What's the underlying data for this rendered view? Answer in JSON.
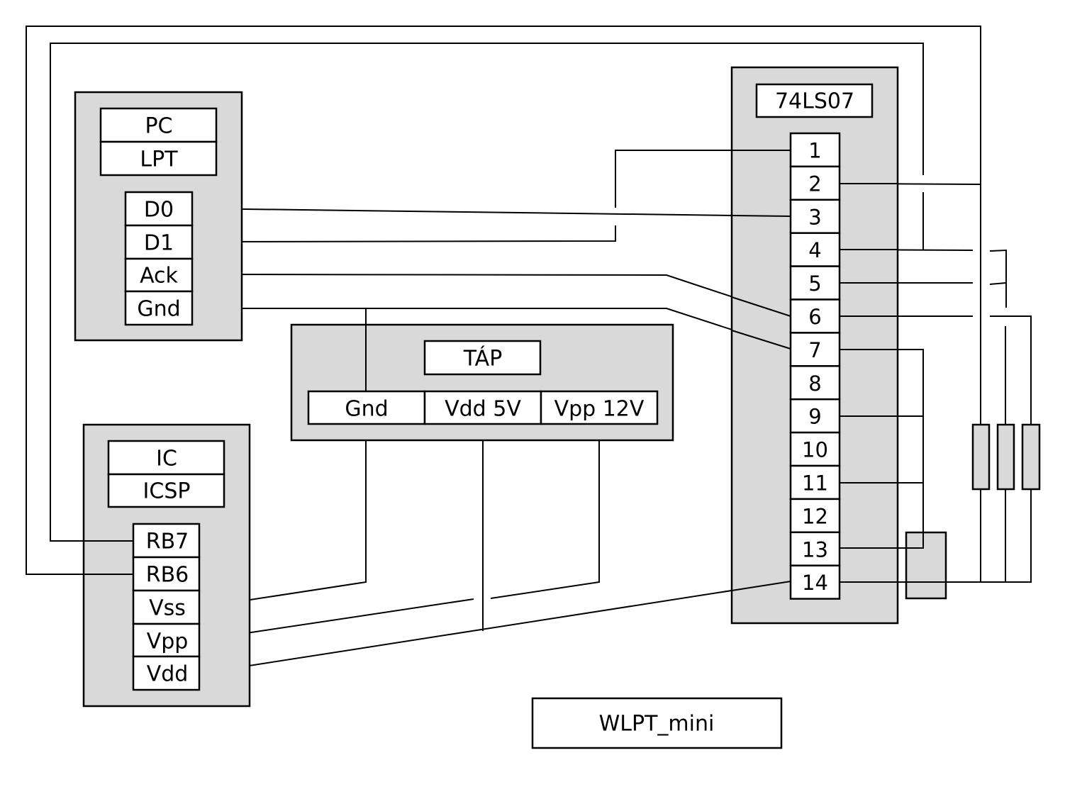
{
  "diagram": {
    "title": "WLPT_mini",
    "colors": {
      "block_fill": "#d9d9d9",
      "cell_fill": "#ffffff",
      "line": "#000000"
    },
    "pc": {
      "title": "PC",
      "subtitle": "LPT",
      "pins": [
        "D0",
        "D1",
        "Ack",
        "Gnd"
      ]
    },
    "ic": {
      "title": "IC",
      "subtitle": "ICSP",
      "pins": [
        "RB7",
        "RB6",
        "Vss",
        "Vpp",
        "Vdd"
      ]
    },
    "power": {
      "title": "TÁP",
      "pins": [
        "Gnd",
        "Vdd 5V",
        "Vpp 12V"
      ]
    },
    "chip": {
      "title": "74LS07",
      "pins": [
        "1",
        "2",
        "3",
        "4",
        "5",
        "6",
        "7",
        "8",
        "9",
        "10",
        "11",
        "12",
        "13",
        "14"
      ]
    },
    "resistors": {
      "count": 3
    },
    "connections": [
      {
        "from": "PC.D0",
        "to": "74LS07.3"
      },
      {
        "from": "PC.D1",
        "to": "74LS07.1"
      },
      {
        "from": "PC.Ack",
        "to": "74LS07.6"
      },
      {
        "from": "PC.Gnd",
        "to": "74LS07.7"
      },
      {
        "from": "PC.Gnd",
        "to": "TÁP.Gnd"
      },
      {
        "from": "TÁP.Gnd",
        "to": "IC.Vss"
      },
      {
        "from": "TÁP.Vdd 5V",
        "to": "74LS07.14"
      },
      {
        "from": "IC.Vdd",
        "to": "74LS07.14"
      },
      {
        "from": "TÁP.Vpp 12V",
        "to": "IC.Vpp"
      },
      {
        "from": "IC.RB7",
        "to": "74LS07.4"
      },
      {
        "from": "IC.RB6",
        "to": "74LS07.2"
      },
      {
        "from": "74LS07.7",
        "to": "74LS07.9"
      },
      {
        "from": "74LS07.9",
        "to": "74LS07.11"
      },
      {
        "from": "74LS07.11",
        "to": "74LS07.13"
      },
      {
        "from": "74LS07.2",
        "to": "resistor-1"
      },
      {
        "from": "74LS07.4",
        "to": "resistor-2"
      },
      {
        "from": "74LS07.5",
        "to": "resistor-2"
      },
      {
        "from": "74LS07.6",
        "to": "resistor-3"
      },
      {
        "from": "resistors",
        "to": "74LS07.14"
      }
    ]
  }
}
